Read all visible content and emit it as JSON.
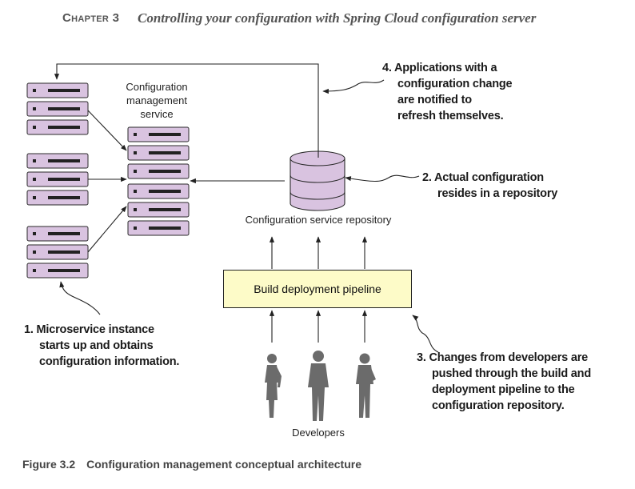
{
  "header": {
    "chapter": "Chapter 3",
    "title": "Controlling your configuration with Spring Cloud configuration server"
  },
  "diagram": {
    "config_service_label": [
      "Configuration",
      "management",
      "service"
    ],
    "repository_label": "Configuration service repository",
    "pipeline_label": "Build deployment pipeline",
    "developers_label": "Developers",
    "notes": {
      "note1": [
        "1. Microservice instance",
        "starts up and obtains",
        "configuration information."
      ],
      "note2": [
        "2. Actual configuration",
        "resides in a repository"
      ],
      "note3": [
        "3. Changes from developers are",
        "pushed through the build and",
        "deployment pipeline to the",
        "configuration repository."
      ],
      "note4": [
        "4. Applications with a",
        "configuration change",
        "are notified to",
        "refresh themselves."
      ]
    },
    "colors": {
      "server_fill": "#d9c3e0",
      "server_stroke": "#2a2a2a",
      "pipeline_fill": "#fdfbc8",
      "developer_fill": "#6b6b6b"
    }
  },
  "caption": {
    "figure": "Figure 3.2",
    "text": "Configuration management conceptual architecture"
  }
}
